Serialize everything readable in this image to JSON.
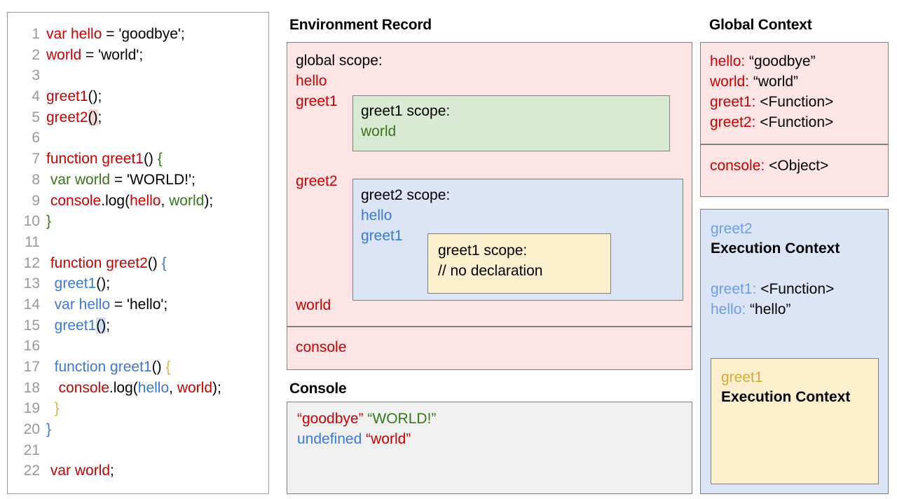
{
  "code_panel": {
    "name": "javascript-source-code",
    "lines": [
      {
        "num": "1",
        "tokens": [
          {
            "t": "var hello",
            "c": "red"
          },
          {
            "t": " = 'goodbye';",
            "c": "black"
          }
        ]
      },
      {
        "num": "2",
        "tokens": [
          {
            "t": "world",
            "c": "red"
          },
          {
            "t": " = 'world';",
            "c": "black"
          }
        ]
      },
      {
        "num": "3",
        "tokens": []
      },
      {
        "num": "4",
        "tokens": [
          {
            "t": "greet1",
            "c": "red"
          },
          {
            "t": "();",
            "c": "black"
          }
        ]
      },
      {
        "num": "5",
        "tokens": [
          {
            "t": "greet2",
            "c": "red"
          },
          {
            "t": "()",
            "c": "black",
            "hl": "red"
          },
          {
            "t": ";",
            "c": "black"
          }
        ]
      },
      {
        "num": "6",
        "tokens": []
      },
      {
        "num": "7",
        "tokens": [
          {
            "t": "function greet1",
            "c": "red"
          },
          {
            "t": "() ",
            "c": "black"
          },
          {
            "t": "{",
            "c": "green"
          }
        ]
      },
      {
        "num": "8",
        "tokens": [
          {
            "t": " ",
            "c": "black"
          },
          {
            "t": "var world",
            "c": "green"
          },
          {
            "t": " = 'WORLD!';",
            "c": "black"
          }
        ]
      },
      {
        "num": "9",
        "tokens": [
          {
            "t": " ",
            "c": "black"
          },
          {
            "t": "console",
            "c": "red"
          },
          {
            "t": ".log(",
            "c": "black"
          },
          {
            "t": "hello",
            "c": "red"
          },
          {
            "t": ", ",
            "c": "black"
          },
          {
            "t": "world",
            "c": "green"
          },
          {
            "t": ");",
            "c": "black"
          }
        ]
      },
      {
        "num": "10",
        "tokens": [
          {
            "t": "}",
            "c": "green"
          }
        ]
      },
      {
        "num": "11",
        "tokens": []
      },
      {
        "num": "12",
        "tokens": [
          {
            "t": " ",
            "c": "black"
          },
          {
            "t": "function greet2",
            "c": "red"
          },
          {
            "t": "() ",
            "c": "black"
          },
          {
            "t": "{",
            "c": "blue"
          }
        ]
      },
      {
        "num": "13",
        "tokens": [
          {
            "t": "  ",
            "c": "black"
          },
          {
            "t": "greet1",
            "c": "blue"
          },
          {
            "t": "();",
            "c": "black"
          }
        ]
      },
      {
        "num": "14",
        "tokens": [
          {
            "t": "  ",
            "c": "black"
          },
          {
            "t": "var hello",
            "c": "blue"
          },
          {
            "t": " = 'hello';",
            "c": "black"
          }
        ]
      },
      {
        "num": "15",
        "tokens": [
          {
            "t": "  ",
            "c": "black"
          },
          {
            "t": "greet1",
            "c": "blue"
          },
          {
            "t": "()",
            "c": "black",
            "hl": "blue"
          },
          {
            "t": ";",
            "c": "black"
          }
        ]
      },
      {
        "num": "16",
        "tokens": []
      },
      {
        "num": "17",
        "tokens": [
          {
            "t": "  ",
            "c": "black"
          },
          {
            "t": "function greet1",
            "c": "blue"
          },
          {
            "t": "() ",
            "c": "black"
          },
          {
            "t": "{",
            "c": "gold"
          }
        ]
      },
      {
        "num": "18",
        "tokens": [
          {
            "t": "   ",
            "c": "black"
          },
          {
            "t": "console",
            "c": "red"
          },
          {
            "t": ".log(",
            "c": "black"
          },
          {
            "t": "hello",
            "c": "blue"
          },
          {
            "t": ", ",
            "c": "black"
          },
          {
            "t": "world",
            "c": "red"
          },
          {
            "t": ");",
            "c": "black"
          }
        ]
      },
      {
        "num": "19",
        "tokens": [
          {
            "t": "  ",
            "c": "black"
          },
          {
            "t": "}",
            "c": "gold"
          }
        ]
      },
      {
        "num": "20",
        "tokens": [
          {
            "t": "}",
            "c": "blue"
          }
        ]
      },
      {
        "num": "21",
        "tokens": []
      },
      {
        "num": "22",
        "tokens": [
          {
            "t": " ",
            "c": "black"
          },
          {
            "t": "var world",
            "c": "red"
          },
          {
            "t": ";",
            "c": "black"
          }
        ]
      }
    ]
  },
  "environment_record": {
    "title": "Environment Record",
    "global_scope_label": "global scope:",
    "global_bindings": [
      "hello",
      "greet1",
      "greet2",
      "world"
    ],
    "console_binding": "console",
    "greet1_scope": {
      "title": "greet1 scope:",
      "bindings": [
        "world"
      ]
    },
    "greet2_scope": {
      "title": "greet2 scope:",
      "bindings": [
        "hello",
        "greet1"
      ],
      "inner_greet1_scope": {
        "title": "greet1 scope:",
        "comment": "// no declaration"
      }
    }
  },
  "console": {
    "title": "Console",
    "lines": [
      [
        {
          "t": "“goodbye”",
          "c": "#cc0000"
        },
        {
          "t": " ",
          "c": "#000000"
        },
        {
          "t": "“WORLD!”",
          "c": "#38761d"
        }
      ],
      [
        {
          "t": "undefined",
          "c": "#3c78d8"
        },
        {
          "t": " ",
          "c": "#000000"
        },
        {
          "t": "“world”",
          "c": "#cc0000"
        }
      ]
    ]
  },
  "global_context": {
    "title": "Global Context",
    "variables": [
      {
        "key": "hello",
        "value": "“goodbye”"
      },
      {
        "key": "world",
        "value": "“world”"
      },
      {
        "key": "greet1",
        "value": "<Function>"
      },
      {
        "key": "greet2",
        "value": "<Function>"
      }
    ],
    "objects": [
      {
        "key": "console",
        "value": "<Object>"
      }
    ]
  },
  "greet2_execution_context": {
    "name": "greet2",
    "title": "Execution Context",
    "entries": [
      {
        "key": "greet1",
        "value": "<Function>"
      },
      {
        "key": "hello",
        "value": "“hello”"
      }
    ],
    "nested": {
      "name": "greet1",
      "title": "Execution Context",
      "entries": []
    }
  },
  "colors": {
    "red": "#cc0000",
    "green": "#38761d",
    "blue": "#3c78d8",
    "gold": "#e3b341",
    "pink_bg": "#fce5e4",
    "green_bg": "#d9ead3",
    "blue_bg": "#dbe5f6",
    "yellow_bg": "#fcefcd",
    "console_bg": "#f0f0f0",
    "border": "#808080"
  }
}
